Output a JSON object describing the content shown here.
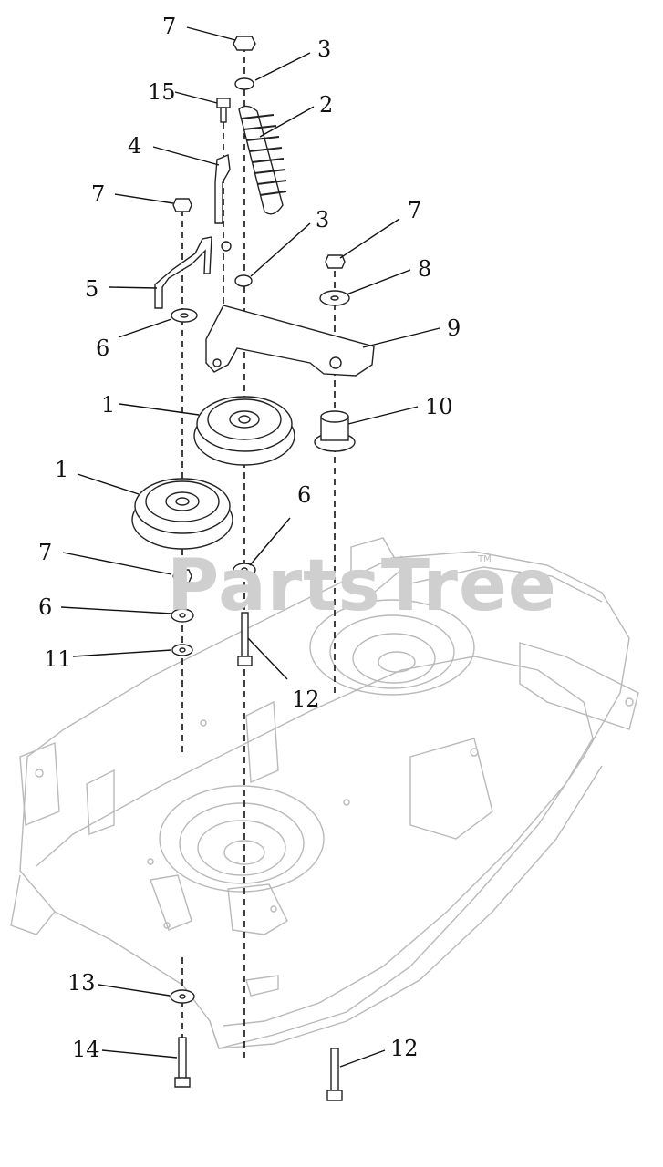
{
  "watermark": {
    "brand": "PartsTree",
    "trademark": "TM"
  },
  "callouts": [
    {
      "id": "c7a",
      "label": "7"
    },
    {
      "id": "c3a",
      "label": "3"
    },
    {
      "id": "c15",
      "label": "15"
    },
    {
      "id": "c2",
      "label": "2"
    },
    {
      "id": "c4",
      "label": "4"
    },
    {
      "id": "c7b",
      "label": "7"
    },
    {
      "id": "c3b",
      "label": "3"
    },
    {
      "id": "c7c",
      "label": "7"
    },
    {
      "id": "c8",
      "label": "8"
    },
    {
      "id": "c5",
      "label": "5"
    },
    {
      "id": "c9",
      "label": "9"
    },
    {
      "id": "c6a",
      "label": "6"
    },
    {
      "id": "c1a",
      "label": "1"
    },
    {
      "id": "c10",
      "label": "10"
    },
    {
      "id": "c1b",
      "label": "1"
    },
    {
      "id": "c6b",
      "label": "6"
    },
    {
      "id": "c7d",
      "label": "7"
    },
    {
      "id": "c6c",
      "label": "6"
    },
    {
      "id": "c11",
      "label": "11"
    },
    {
      "id": "c12a",
      "label": "12"
    },
    {
      "id": "c13",
      "label": "13"
    },
    {
      "id": "c14",
      "label": "14"
    },
    {
      "id": "c12b",
      "label": "12"
    }
  ]
}
